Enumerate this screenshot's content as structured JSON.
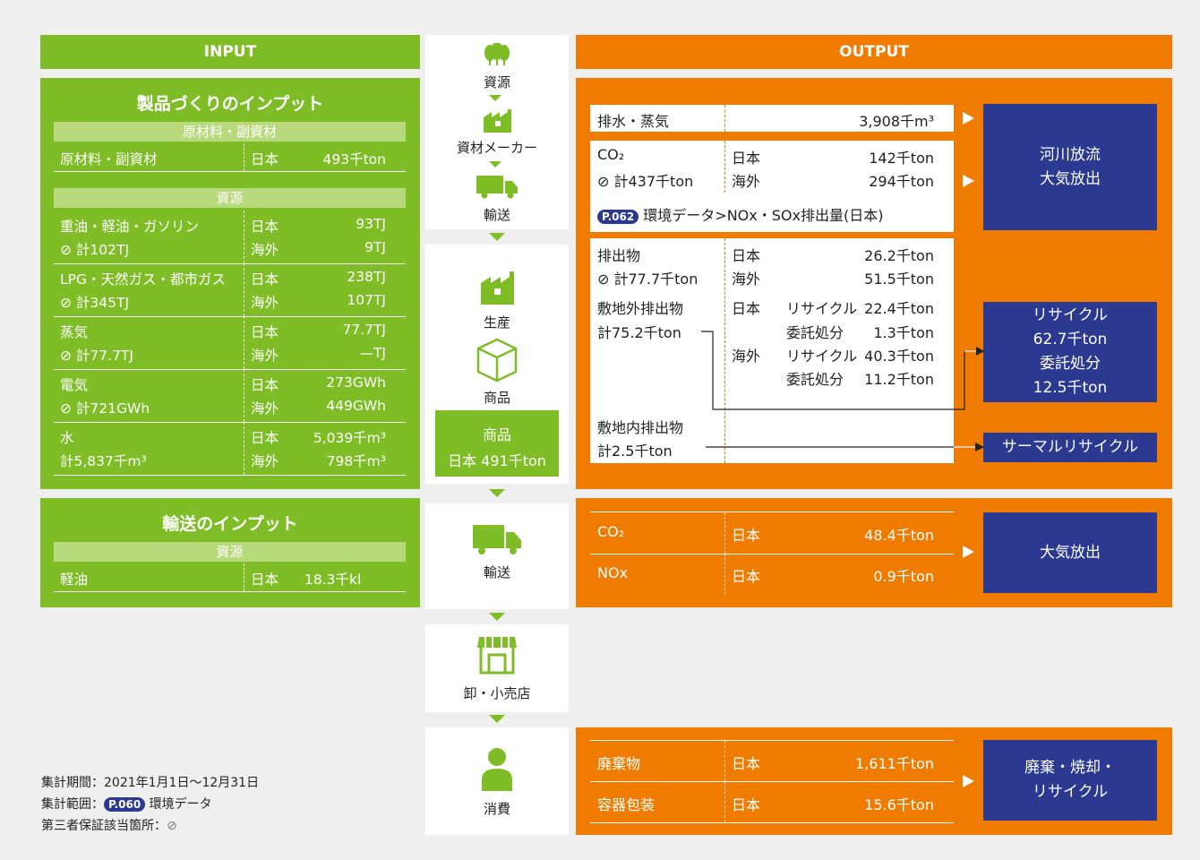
{
  "input": {
    "header": "INPUT",
    "product": {
      "title": "製品づくりのインプット",
      "materials_bar": "原材料・副資材",
      "materials_row": {
        "label": "原材料・副資材",
        "region": "日本",
        "value": "493千ton"
      },
      "resources_bar": "資源",
      "rows": [
        {
          "label": "重油・軽油・ガソリン",
          "total": "計102TJ",
          "jp": "日本",
          "jp_val": "93TJ",
          "ov": "海外",
          "ov_val": "9TJ",
          "check": true
        },
        {
          "label": "LPG・天然ガス・都市ガス",
          "total": "計345TJ",
          "jp": "日本",
          "jp_val": "238TJ",
          "ov": "海外",
          "ov_val": "107TJ",
          "check": true
        },
        {
          "label": "蒸気",
          "total": "計77.7TJ",
          "jp": "日本",
          "jp_val": "77.7TJ",
          "ov": "海外",
          "ov_val": "—TJ",
          "check": true
        },
        {
          "label": "電気",
          "total": "計721GWh",
          "jp": "日本",
          "jp_val": "273GWh",
          "ov": "海外",
          "ov_val": "449GWh",
          "check": true
        },
        {
          "label": "水",
          "total": "計5,837千m³",
          "jp": "日本",
          "jp_val": "5,039千m³",
          "ov": "海外",
          "ov_val": "798千m³",
          "check": false
        }
      ]
    },
    "transport": {
      "title": "輸送のインプット",
      "bar": "資源",
      "row": {
        "label": "軽油",
        "region": "日本",
        "value": "18.3千kl"
      }
    }
  },
  "flow": {
    "resource": "資源",
    "maker": "資材メーカー",
    "transport1": "輸送",
    "production": "生産",
    "goods": "商品",
    "goods_box": {
      "title": "商品",
      "value": "日本 491千ton"
    },
    "transport2": "輸送",
    "retail": "卸・小売店",
    "consumption": "消費"
  },
  "output": {
    "header": "OUTPUT",
    "wastewater": {
      "label": "排水・蒸気",
      "value": "3,908千m³"
    },
    "co2": {
      "label": "CO₂",
      "total": "計437千ton",
      "jp": "日本",
      "jp_val": "142千ton",
      "ov": "海外",
      "ov_val": "294千ton"
    },
    "ref1": {
      "page": "P.062",
      "text": "環境データ>NOx・SOx排出量(日本)"
    },
    "river_box": [
      "河川放流",
      "大気放出"
    ],
    "emissions": {
      "label": "排出物",
      "total": "計77.7千ton",
      "jp": "日本",
      "jp_val": "26.2千ton",
      "ov": "海外",
      "ov_val": "51.5千ton"
    },
    "offsite": {
      "label": "敷地外排出物",
      "total": "計75.2千ton",
      "jp": "日本",
      "ov": "海外",
      "recycle": "リサイクル",
      "entrust": "委託処分",
      "jp_recycle": "22.4千ton",
      "jp_entrust": "1.3千ton",
      "ov_recycle": "40.3千ton",
      "ov_entrust": "11.2千ton"
    },
    "recycle_box": [
      "リサイクル",
      "62.7千ton",
      "委託処分",
      "12.5千ton"
    ],
    "onsite": {
      "label": "敷地内排出物",
      "total": "計2.5千ton"
    },
    "thermal_box": "サーマルリサイクル",
    "transport": {
      "rows": [
        {
          "label": "CO₂",
          "region": "日本",
          "value": "48.4千ton"
        },
        {
          "label": "NOx",
          "region": "日本",
          "value": "0.9千ton"
        }
      ],
      "box": "大気放出"
    },
    "consumption": {
      "rows": [
        {
          "label": "廃棄物",
          "region": "日本",
          "value": "1,611千ton"
        },
        {
          "label": "容器包装",
          "region": "日本",
          "value": "15.6千ton"
        }
      ],
      "box": [
        "廃棄・焼却・",
        "リサイクル"
      ]
    }
  },
  "notes": {
    "period": "集計期間：2021年1月1日〜12月31日",
    "scope_label": "集計範囲：",
    "scope_page": "P.060",
    "scope_text": "環境データ",
    "third_party": "第三者保証該当箇所："
  },
  "colors": {
    "green": "#7ebd26",
    "orange": "#ef7c00",
    "navy": "#2b3990"
  }
}
